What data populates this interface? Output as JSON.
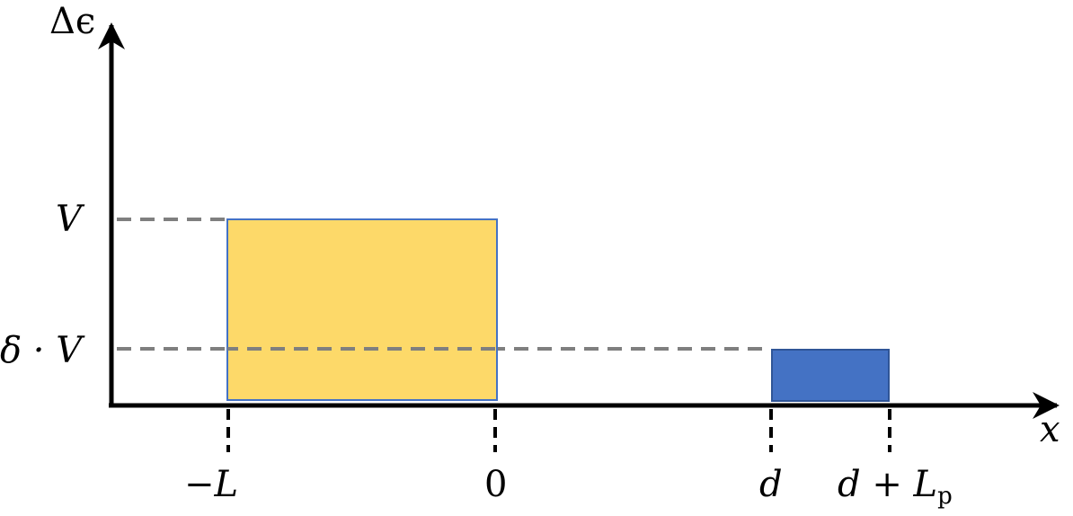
{
  "labels": {
    "y_axis": "Δϵ",
    "x_axis": "x",
    "level_high": "V",
    "level_low_prefix": "δ · ",
    "level_low_var": "V",
    "tick_neg_L": "−L",
    "tick_zero": "0",
    "tick_d": "d",
    "tick_dLp_main": "d + L",
    "tick_dLp_sub": "p"
  },
  "colors": {
    "axis": "#000000",
    "guide": "#7f7f7f",
    "barrier_fill": "#fdd969",
    "barrier_stroke": "#4472c4",
    "probe_fill": "#4472c4",
    "probe_stroke": "#2f5597"
  }
}
